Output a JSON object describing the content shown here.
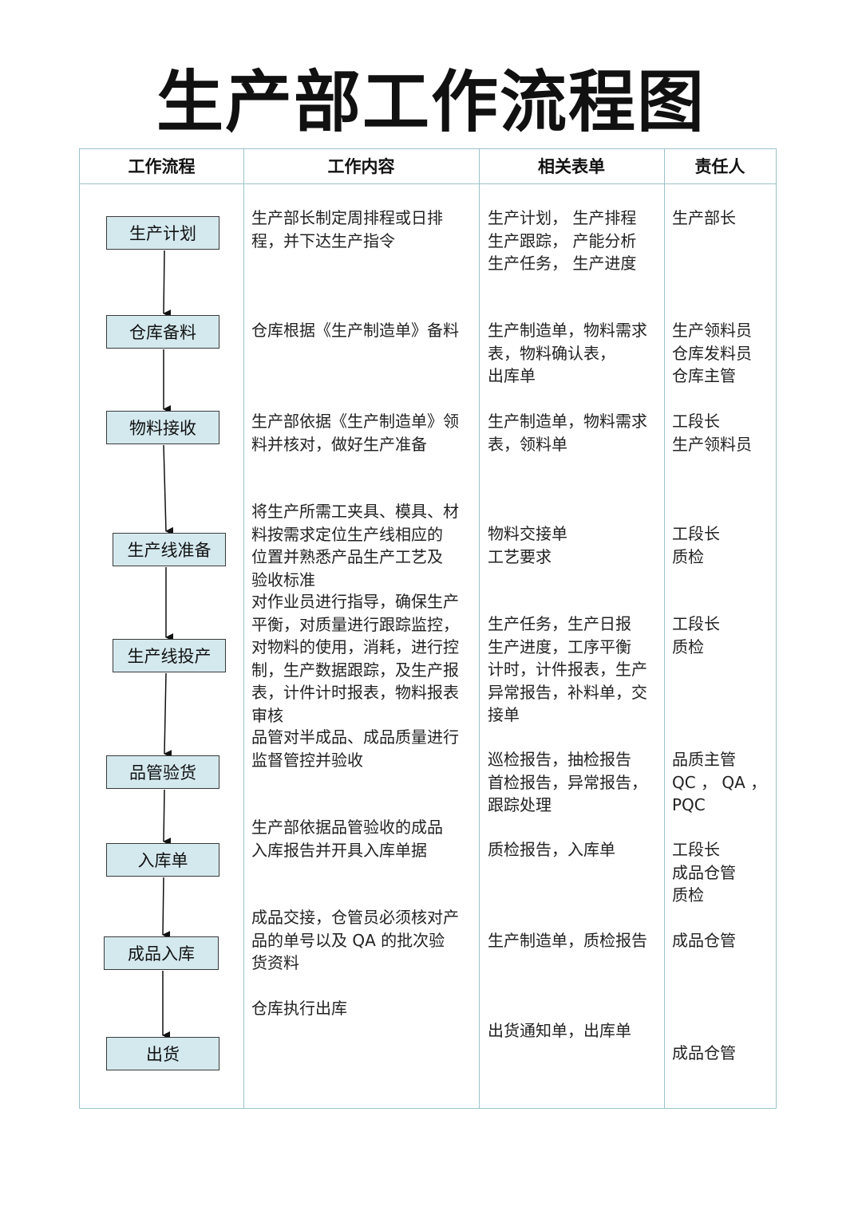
{
  "title": "生产部工作流程图",
  "headers": [
    "工作流程",
    "工作内容",
    "相关表单",
    "责任人"
  ],
  "rows": [
    {
      "step": "生产计划",
      "content": "生产部长制定周排程或日排\n程，并下达生产指令",
      "forms": "生产计划，  生产排程\n生产跟踪，  产能分析\n生产任务，  生产进度",
      "owner": "生产部长"
    },
    {
      "step": "仓库备料",
      "content": "仓库根据《生产制造单》备料",
      "forms": "生产制造单，物料需求\n表，物料确认表，\n出库单",
      "owner": "生产领料员\n仓库发料员\n仓库主管"
    },
    {
      "step": "物料接收",
      "content": "生产部依据《生产制造单》领\n料并核对，做好生产准备",
      "forms": "生产制造单，物料需求\n表，领料单",
      "owner": "工段长\n生产领料员"
    },
    {
      "step": "生产线准备",
      "content": "将生产所需工夹具、模具、材\n料按需求定位生产线相应的\n位置并熟悉产品生产工艺及\n验收标准",
      "forms": "物料交接单\n工艺要求",
      "owner": "工段长\n质检"
    },
    {
      "step": "生产线投产",
      "content": "对作业员进行指导，确保生产\n平衡，对质量进行跟踪监控，\n对物料的使用，消耗，进行控\n制，生产数据跟踪，及生产报\n表，计件计时报表，物料报表\n审核",
      "forms": "生产任务，生产日报\n生产进度，工序平衡\n计时，计件报表，生产\n异常报告，补料单，交\n接单",
      "owner": "工段长\n质检"
    },
    {
      "step": "品管验货",
      "content": "品管对半成品、成品质量进行\n监督管控并验收",
      "forms": "巡检报告，抽检报告\n首检报告，异常报告，\n跟踪处理",
      "owner": "品质主管\nQC ，  QA ，\nPQC"
    },
    {
      "step": "入库单",
      "content": "生产部依据品管验收的成品\n入库报告并开具入库单据",
      "forms": "质检报告，入库单",
      "owner": "工段长\n成品仓管\n质检"
    },
    {
      "step": "成品入库",
      "content": "成品交接，仓管员必须核对产\n品的单号以及 QA 的批次验\n货资料",
      "forms": "生产制造单，质检报告",
      "owner": "成品仓管"
    },
    {
      "step": "出货",
      "content": "仓库执行出库",
      "forms": "出货通知单，出库单",
      "owner": "成品仓管"
    }
  ]
}
